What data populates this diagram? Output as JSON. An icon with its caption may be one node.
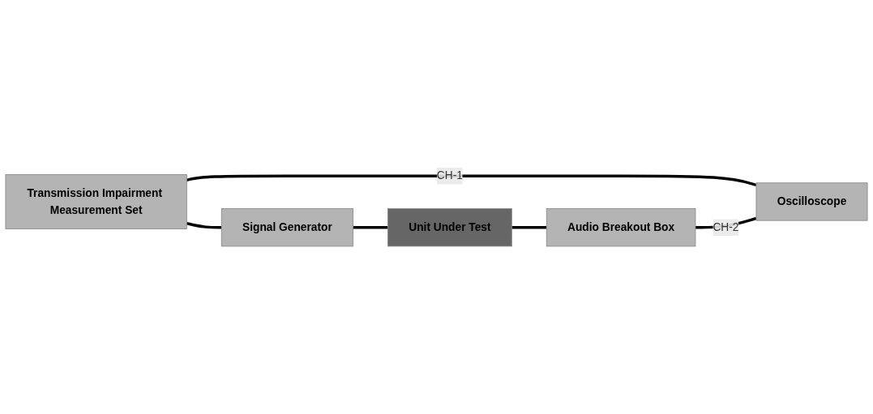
{
  "diagram": {
    "nodes": [
      {
        "text": [
          "Transmission Impairment Measurement Set"
        ]
      },
      {
        "text": [
          "Signal Generator"
        ]
      },
      {
        "text": [
          "Unit Under Test"
        ]
      },
      {
        "text": [
          "Audio Breakout Box"
        ]
      },
      {
        "text": [
          "Oscilloscope"
        ]
      }
    ],
    "edges": [
      {
        "from": 0,
        "to": 1,
        "arrow": "none"
      },
      {
        "from": 1,
        "to": 2,
        "arrow": "none"
      },
      {
        "from": 2,
        "to": 3,
        "arrow": "none"
      },
      {
        "from": 0,
        "to": 4,
        "arrow": "none",
        "label": "CH-1"
      },
      {
        "from": 3,
        "to": 4,
        "arrow": "none",
        "label": "CH-2"
      }
    ]
  }
}
